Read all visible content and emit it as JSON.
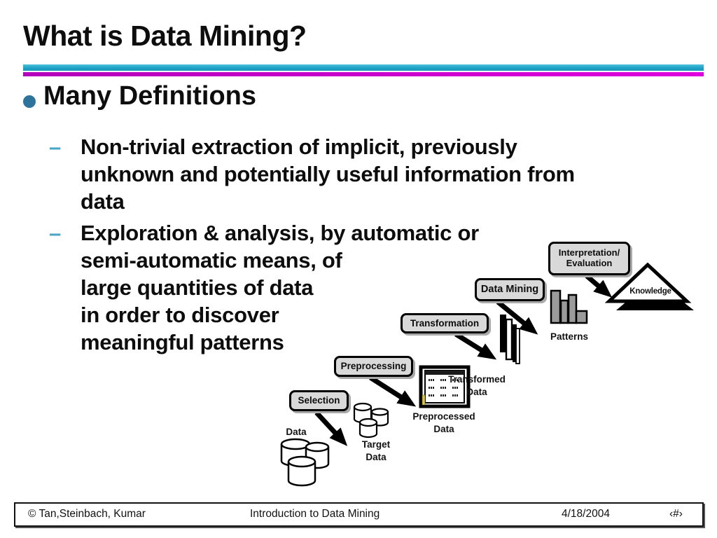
{
  "slide": {
    "title": "What is Data Mining?",
    "bullets": {
      "main": "Many Definitions",
      "sub1_dash": "–",
      "sub1_lines": [
        "Non-trivial extraction of implicit, previously",
        "unknown and potentially useful information from",
        "data"
      ],
      "sub2_dash": "–",
      "sub2_lines": [
        "Exploration & analysis, by automatic or",
        "semi-automatic means, of",
        "large quantities of data",
        "in order to discover",
        "meaningful patterns"
      ]
    },
    "colors": {
      "accent_teal": "#1ea2c6",
      "accent_magenta": "#cc00cc",
      "bullet_blue": "#2e739c",
      "dash_cyan": "#46a6c8",
      "step_box_fill": "#d9d9d9",
      "bar_chart_gray": "#9b9b9b",
      "table_cursor_yellow": "#d9c93a"
    }
  },
  "diagram": {
    "steps": {
      "selection": "Selection",
      "preprocessing": "Preprocessing",
      "transformation": "Transformation",
      "data_mining": "Data Mining",
      "interpretation_line1": "Interpretation/",
      "interpretation_line2": "Evaluation"
    },
    "artifacts": {
      "data": "Data",
      "target_line1": "Target",
      "target_line2": "Data",
      "preprocessed_line1": "Preprocessed",
      "preprocessed_line2": "Data",
      "transformed_line1": "Transformed",
      "transformed_line2": "Data",
      "patterns": "Patterns",
      "knowledge": "Knowledge"
    },
    "icons": {
      "data": "database-cylinders-icon",
      "target": "database-cylinders-small-icon",
      "preprocessed": "data-table-icon",
      "transformed": "stacked-slivers-icon",
      "patterns": "bar-chart-icon",
      "knowledge": "pyramid-icon"
    }
  },
  "footer": {
    "copyright": "© Tan,Steinbach, Kumar",
    "course": "Introduction to Data Mining",
    "date": "4/18/2004",
    "page_number": "‹#›"
  }
}
